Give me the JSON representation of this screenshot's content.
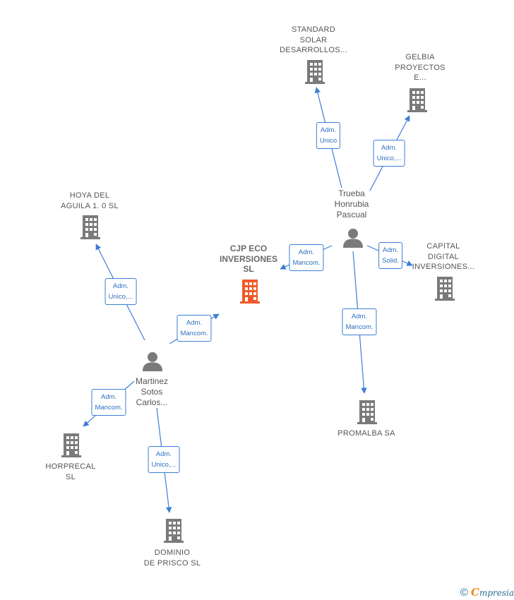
{
  "colors": {
    "edge": "#3b7ed6",
    "node_icon": "#7a7a7a",
    "main_node_icon": "#f05a28",
    "label_text": "#555555",
    "edge_text": "#2e6fbf"
  },
  "nodes": [
    {
      "id": "standard",
      "type": "company",
      "label": "STANDARD\nSOLAR\nDESARROLLOS..."
    },
    {
      "id": "gelbia",
      "type": "company",
      "label": "GELBIA\nPROYECTOS\nE..."
    },
    {
      "id": "trueba",
      "type": "person",
      "label": "Trueba\nHonrubia\nPascual"
    },
    {
      "id": "hoya",
      "type": "company",
      "label": "HOYA DEL\nAGUILA 1. 0  SL"
    },
    {
      "id": "cjp",
      "type": "main",
      "label": "CJP ECO\nINVERSIONES\nSL"
    },
    {
      "id": "capital",
      "type": "company",
      "label": "CAPITAL\nDIGITAL\nINVERSIONES..."
    },
    {
      "id": "martinez",
      "type": "person",
      "label": "Martinez\nSotos\nCarlos..."
    },
    {
      "id": "promalba",
      "type": "company",
      "label": "PROMALBA SA"
    },
    {
      "id": "horprecal",
      "type": "company",
      "label": "HORPRECAL\nSL"
    },
    {
      "id": "dominio",
      "type": "company",
      "label": "DOMINIO\nDE PRISCO SL"
    }
  ],
  "edges": [
    {
      "from": "trueba",
      "to": "standard",
      "label": "Adm.\nUnico"
    },
    {
      "from": "trueba",
      "to": "gelbia",
      "label": "Adm.\nUnico,..."
    },
    {
      "from": "trueba",
      "to": "cjp",
      "label": "Adm.\nMancom."
    },
    {
      "from": "trueba",
      "to": "capital",
      "label": "Adm.\nSolid."
    },
    {
      "from": "trueba",
      "to": "promalba",
      "label": "Adm.\nMancom."
    },
    {
      "from": "martinez",
      "to": "hoya",
      "label": "Adm.\nUnico,..."
    },
    {
      "from": "martinez",
      "to": "cjp",
      "label": "Adm.\nMancom."
    },
    {
      "from": "martinez",
      "to": "horprecal",
      "label": "Adm.\nMancom."
    },
    {
      "from": "martinez",
      "to": "dominio",
      "label": "Adm.\nUnico,..."
    }
  ],
  "footer": {
    "copyright": "©",
    "brand_first": "C",
    "brand_rest": "mpresia"
  }
}
